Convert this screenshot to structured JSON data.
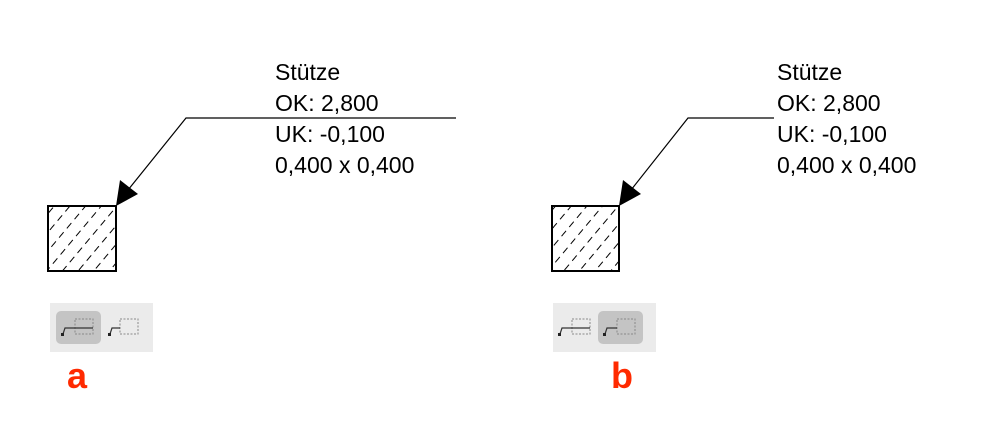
{
  "panels": [
    {
      "letter": "a",
      "label_lines": [
        "Stütze",
        "OK: 2,800",
        "UK: -0,100",
        "0,400 x 0,400"
      ],
      "active_button": "leader-underline",
      "buttons": [
        {
          "icon": "leader-with-underline-icon",
          "active": true
        },
        {
          "icon": "leader-without-underline-icon",
          "active": false
        }
      ]
    },
    {
      "letter": "b",
      "label_lines": [
        "Stütze",
        "OK: 2,800",
        "UK: -0,100",
        "0,400 x 0,400"
      ],
      "active_button": "leader-no-underline",
      "buttons": [
        {
          "icon": "leader-with-underline-icon",
          "active": false
        },
        {
          "icon": "leader-without-underline-icon",
          "active": true
        }
      ]
    }
  ],
  "colors": {
    "letter": "#ff2a00",
    "toolbar": "#ebebeb",
    "active": "#c4c4c4"
  }
}
